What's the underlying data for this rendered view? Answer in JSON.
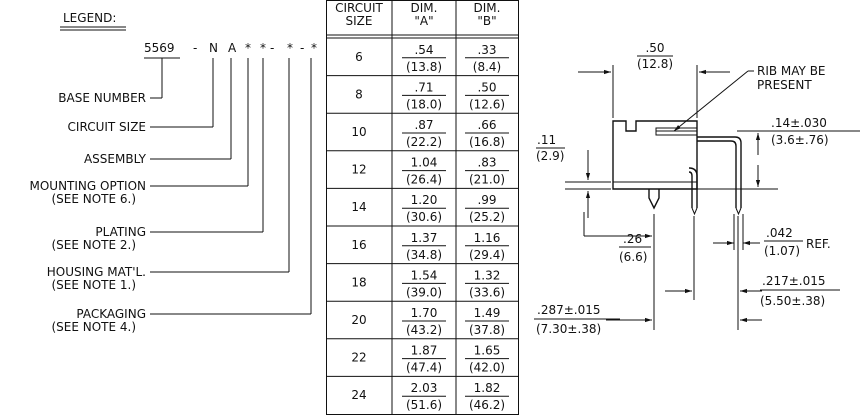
{
  "legend": {
    "title": "LEGEND:",
    "part_number": [
      "5569",
      "-",
      "N",
      "A",
      "*",
      "*",
      "-",
      "*",
      "-",
      "*"
    ],
    "labels": [
      [
        "BASE NUMBER"
      ],
      [
        "CIRCUIT SIZE"
      ],
      [
        "ASSEMBLY"
      ],
      [
        "MOUNTING OPTION",
        "(SEE NOTE 6.)"
      ],
      [
        "PLATING",
        "(SEE NOTE 2.)"
      ],
      [
        "HOUSING MAT'L.",
        "(SEE NOTE 1.)"
      ],
      [
        "PACKAGING",
        "(SEE NOTE 4.)"
      ]
    ]
  },
  "table": {
    "headers": [
      [
        "CIRCUIT",
        "SIZE"
      ],
      [
        "DIM.",
        "\"A\""
      ],
      [
        "DIM.",
        "\"B\""
      ]
    ],
    "rows": [
      {
        "size": "6",
        "a_in": ".54",
        "a_mm": "(13.8)",
        "b_in": ".33",
        "b_mm": "(8.4)"
      },
      {
        "size": "8",
        "a_in": ".71",
        "a_mm": "(18.0)",
        "b_in": ".50",
        "b_mm": "(12.6)"
      },
      {
        "size": "10",
        "a_in": ".87",
        "a_mm": "(22.2)",
        "b_in": ".66",
        "b_mm": "(16.8)"
      },
      {
        "size": "12",
        "a_in": "1.04",
        "a_mm": "(26.4)",
        "b_in": ".83",
        "b_mm": "(21.0)"
      },
      {
        "size": "14",
        "a_in": "1.20",
        "a_mm": "(30.6)",
        "b_in": ".99",
        "b_mm": "(25.2)"
      },
      {
        "size": "16",
        "a_in": "1.37",
        "a_mm": "(34.8)",
        "b_in": "1.16",
        "b_mm": "(29.4)"
      },
      {
        "size": "18",
        "a_in": "1.54",
        "a_mm": "(39.0)",
        "b_in": "1.32",
        "b_mm": "(33.6)"
      },
      {
        "size": "20",
        "a_in": "1.70",
        "a_mm": "(43.2)",
        "b_in": "1.49",
        "b_mm": "(37.8)"
      },
      {
        "size": "22",
        "a_in": "1.87",
        "a_mm": "(47.4)",
        "b_in": "1.65",
        "b_mm": "(42.0)"
      },
      {
        "size": "24",
        "a_in": "2.03",
        "a_mm": "(51.6)",
        "b_in": "1.82",
        "b_mm": "(46.2)"
      }
    ]
  },
  "drawing": {
    "dim_top_in": ".50",
    "dim_top_mm": "(12.8)",
    "rib_note": [
      "RIB MAY BE",
      "PRESENT"
    ],
    "dim_side_in": ".14±.030",
    "dim_side_mm": "(3.6±.76)",
    "dim_left_in": ".11",
    "dim_left_mm": "(2.9)",
    "dim_pin_in": ".26",
    "dim_pin_mm": "(6.6)",
    "dim_ref_in": ".042",
    "dim_ref_mm": "(1.07)",
    "dim_ref_suffix": "REF.",
    "dim_217_in": ".217±.015",
    "dim_217_mm": "(5.50±.38)",
    "dim_287_in": ".287±.015",
    "dim_287_mm": "(7.30±.38)"
  }
}
